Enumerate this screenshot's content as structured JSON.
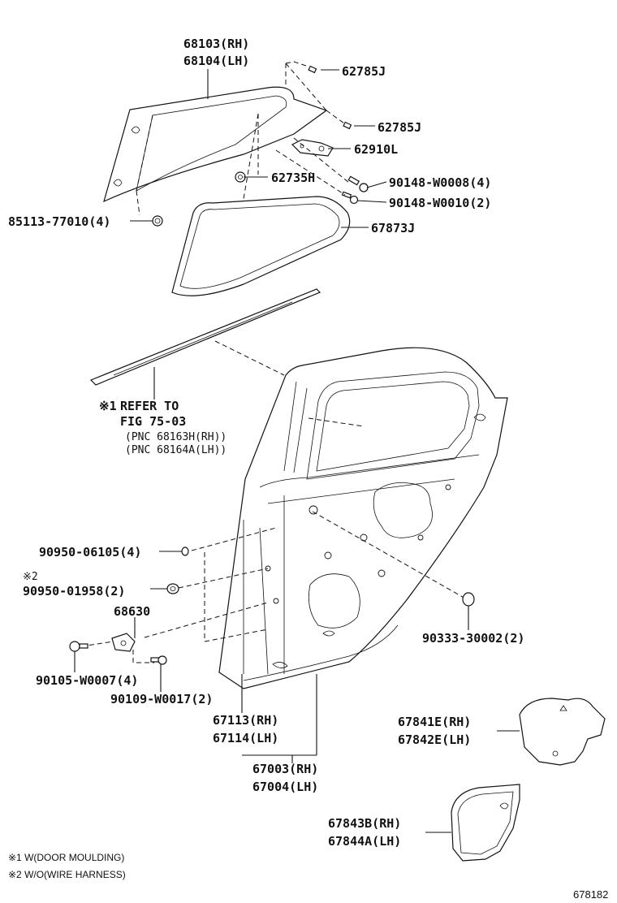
{
  "labels": {
    "p68103": "68103(RH)",
    "p68104": "68104(LH)",
    "p62785J_a": "62785J",
    "p62785J_b": "62785J",
    "p62910L": "62910L",
    "p62735H": "62735H",
    "p90148_8": "90148-W0008(4)",
    "p90148_10": "90148-W0010(2)",
    "p85113": "85113-77010(4)",
    "p67873J": "67873J",
    "ref_mark": "※1",
    "ref_to": "REFER TO",
    "ref_fig": "FIG 75-03",
    "ref_pnc1": "(PNC 68163H(RH))",
    "ref_pnc2": "(PNC 68164A(LH))",
    "p90950_06105": "90950-06105(4)",
    "mark2": "※2",
    "p90950_01958": "90950-01958(2)",
    "p68630": "68630",
    "p90333": "90333-30002(2)",
    "p90105": "90105-W0007(4)",
    "p90109": "90109-W0017(2)",
    "p67113": "67113(RH)",
    "p67114": "67114(LH)",
    "p67003": "67003(RH)",
    "p67004": "67004(LH)",
    "p67841E": "67841E(RH)",
    "p67842E": "67842E(LH)",
    "p67843B": "67843B(RH)",
    "p67844A": "67844A(LH)",
    "note1": "※1  W(DOOR MOULDING)",
    "note2": "※2  W/O(WIRE HARNESS)",
    "fig_no": "678182"
  }
}
